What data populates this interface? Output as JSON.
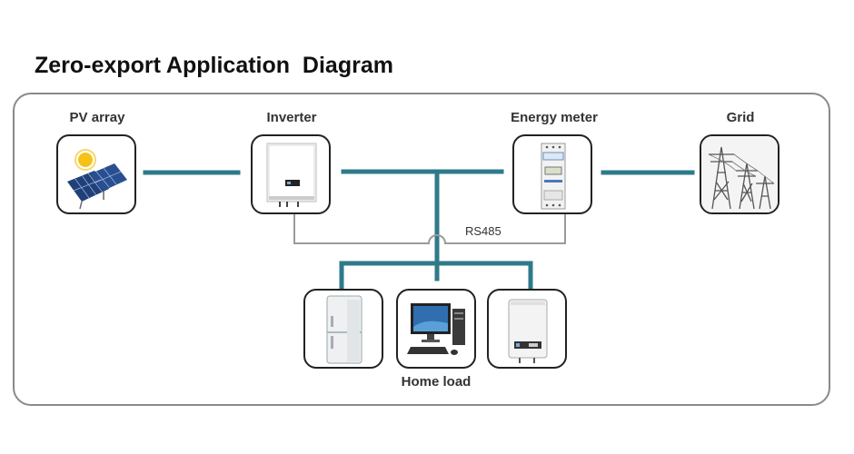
{
  "title": "Zero-export Application  Diagram",
  "components": {
    "pv_array": "PV array",
    "inverter": "Inverter",
    "energy_meter": "Energy meter",
    "grid": "Grid"
  },
  "rs485_label": "RS485",
  "home_load_label": "Home load",
  "colors": {
    "power_line": "#2e7a8a",
    "comm_line": "#9a9a9a",
    "frame": "#8a8a8a"
  },
  "icons": {
    "pv": "solar-panel-icon",
    "inverter": "inverter-icon",
    "meter": "energy-meter-icon",
    "grid": "power-tower-icon",
    "fridge": "refrigerator-icon",
    "computer": "computer-icon",
    "heater": "water-heater-icon"
  }
}
